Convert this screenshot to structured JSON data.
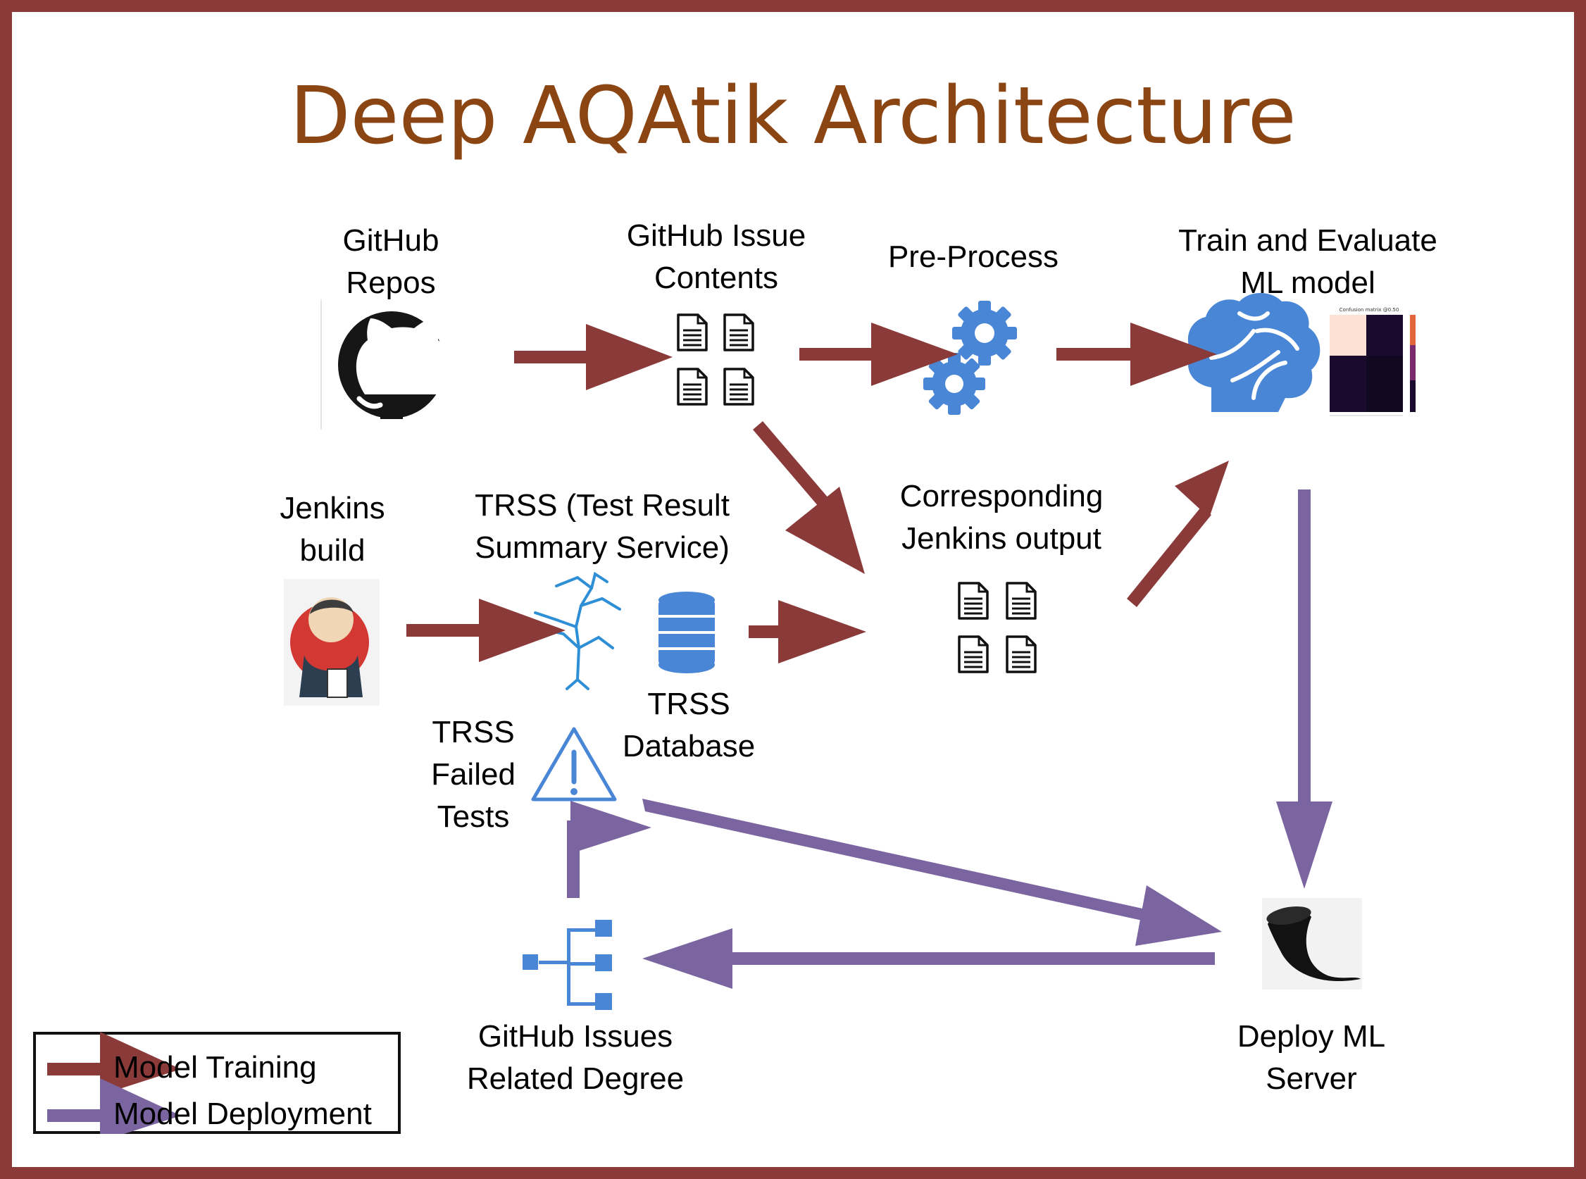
{
  "title": "Deep AQAtik Architecture",
  "colors": {
    "border": "#8b3a3a",
    "title": "#8b4513",
    "training_arrow": "#8b3a3a",
    "deployment_arrow": "#7b65a0",
    "icon_blue": "#4a86d6"
  },
  "nodes": {
    "github_repos": {
      "line1": "GitHub",
      "line2": "Repos",
      "icon": "github-icon"
    },
    "issue_contents": {
      "line1": "GitHub Issue",
      "line2": "Contents",
      "icon": "document-icon"
    },
    "preprocess": {
      "line1": "Pre-Process",
      "icon": "gears-icon"
    },
    "train_evaluate": {
      "line1": "Train and Evaluate",
      "line2": "ML model",
      "icon": "brain-icon"
    },
    "jenkins_build": {
      "line1": "Jenkins",
      "line2": "build",
      "icon": "jenkins-icon"
    },
    "trss": {
      "line1": "TRSS (Test Result",
      "line2": "Summary Service)",
      "icon": "tree-icon"
    },
    "trss_database": {
      "line1": "TRSS",
      "line2": "Database",
      "icon": "database-icon"
    },
    "jenkins_output": {
      "line1": "Corresponding",
      "line2": "Jenkins output",
      "icon": "document-icon"
    },
    "trss_failed": {
      "line1": "TRSS",
      "line2": "Failed",
      "line3": "Tests",
      "icon": "warning-icon"
    },
    "issues_related": {
      "line1": "GitHub Issues",
      "line2": "Related Degree",
      "icon": "hierarchy-icon"
    },
    "deploy_server": {
      "line1": "Deploy ML",
      "line2": "Server",
      "icon": "flask-horn-icon"
    }
  },
  "confusion_matrix": {
    "title": "Confusion matrix @0.50"
  },
  "legend": {
    "items": [
      {
        "label": "Model Training",
        "color": "#8b3a3a"
      },
      {
        "label": "Model Deployment",
        "color": "#7b65a0"
      }
    ]
  }
}
